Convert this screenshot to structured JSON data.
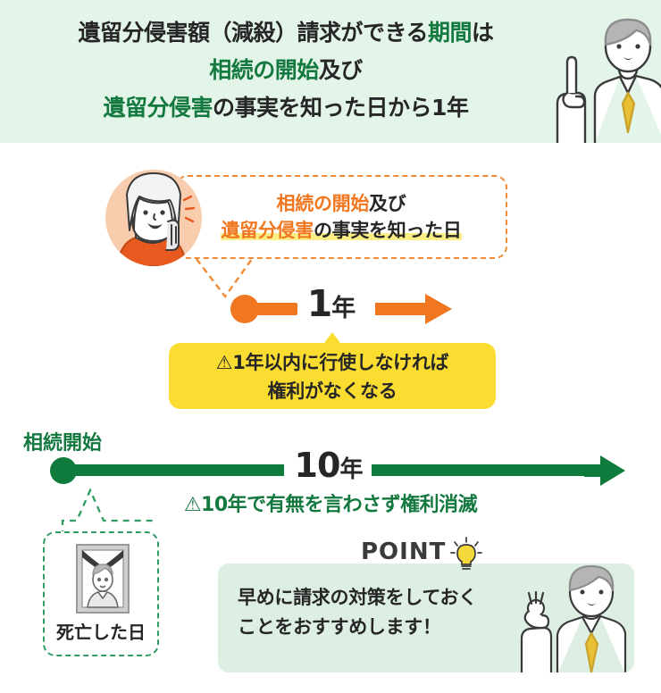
{
  "header": {
    "bg_color": "#e3f4e9",
    "line1": [
      {
        "t": "遺留分侵害額（減殺）請求ができる",
        "c": "dark"
      },
      {
        "t": "期間",
        "c": "green"
      },
      {
        "t": "は",
        "c": "dark"
      }
    ],
    "line1_plain": "遺留分侵害額（減殺）請求ができる期間は",
    "line2_a": "相続の開始",
    "line2_b": "及び",
    "line3_a": "遺留分侵害",
    "line3_b": "の事実を知った日から1年",
    "character": "doctor-pointing-up"
  },
  "bubble": {
    "line1_a": "相続の開始",
    "line1_b": "及び",
    "line2_a": "遺留分侵害",
    "line2_b": "の事実を知った日",
    "border_color": "#f08a35",
    "accent_color": "#f0761f",
    "highlight_color": "#fbee84",
    "character": "woman-listening"
  },
  "one_year": {
    "number": "1",
    "unit": "年",
    "marker_color": "#f0761f"
  },
  "warning_box": {
    "icon": "⚠",
    "line1": "1年以内に行使しなければ",
    "line2": "権利がなくなる",
    "bg_color": "#fbdc30"
  },
  "ten_year": {
    "start_label": "相続開始",
    "number": "10",
    "unit": "年",
    "line_color": "#0e7a3c",
    "warning_icon": "⚠",
    "warning_text": "10年で有無を言わさず権利消滅"
  },
  "death_box": {
    "label": "死亡した日",
    "border_color": "#2f9c63",
    "icon": "memorial-portrait"
  },
  "point_box": {
    "title": "POINT",
    "icon": "lightbulb-icon",
    "line1": "早めに請求の対策をしておく",
    "line2": "ことをおすすめします！",
    "bg_color": "#ddeee2",
    "character": "doctor-ok-sign"
  }
}
